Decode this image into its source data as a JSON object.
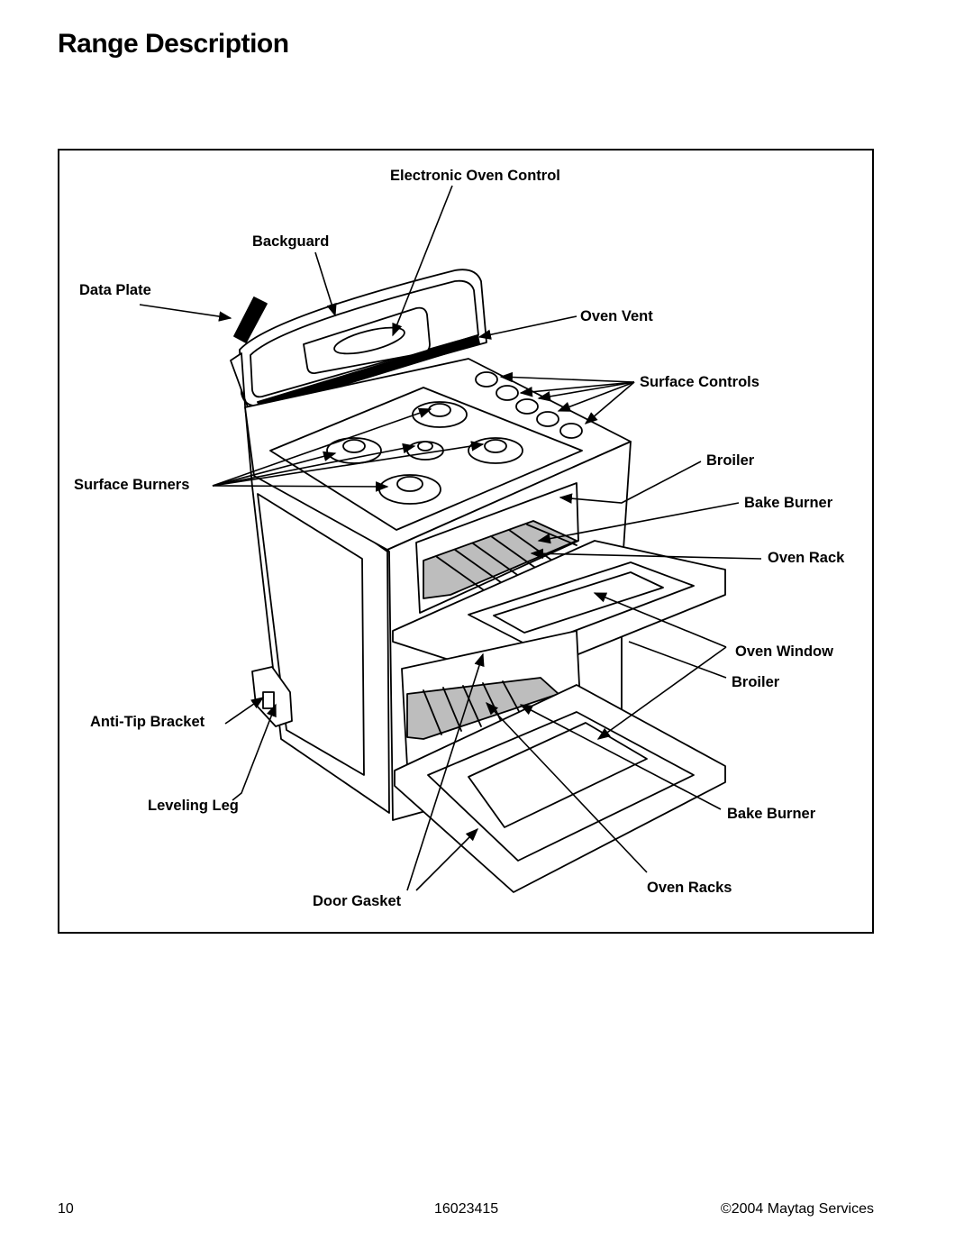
{
  "page_title": "Range Description",
  "labels": {
    "electronic_oven_control": "Electronic Oven Control",
    "backguard": "Backguard",
    "data_plate": "Data Plate",
    "oven_vent": "Oven Vent",
    "surface_controls": "Surface Controls",
    "broiler_upper": "Broiler",
    "bake_burner_upper": "Bake Burner",
    "oven_rack": "Oven Rack",
    "surface_burners": "Surface Burners",
    "oven_window": "Oven Window",
    "broiler_lower": "Broiler",
    "anti_tip_bracket": "Anti-Tip Bracket",
    "leveling_leg": "Leveling Leg",
    "bake_burner_lower": "Bake Burner",
    "oven_racks": "Oven Racks",
    "door_gasket": "Door Gasket"
  },
  "footer": {
    "page_number": "10",
    "doc_number": "16023415",
    "copyright": "©2004 Maytag Services"
  }
}
